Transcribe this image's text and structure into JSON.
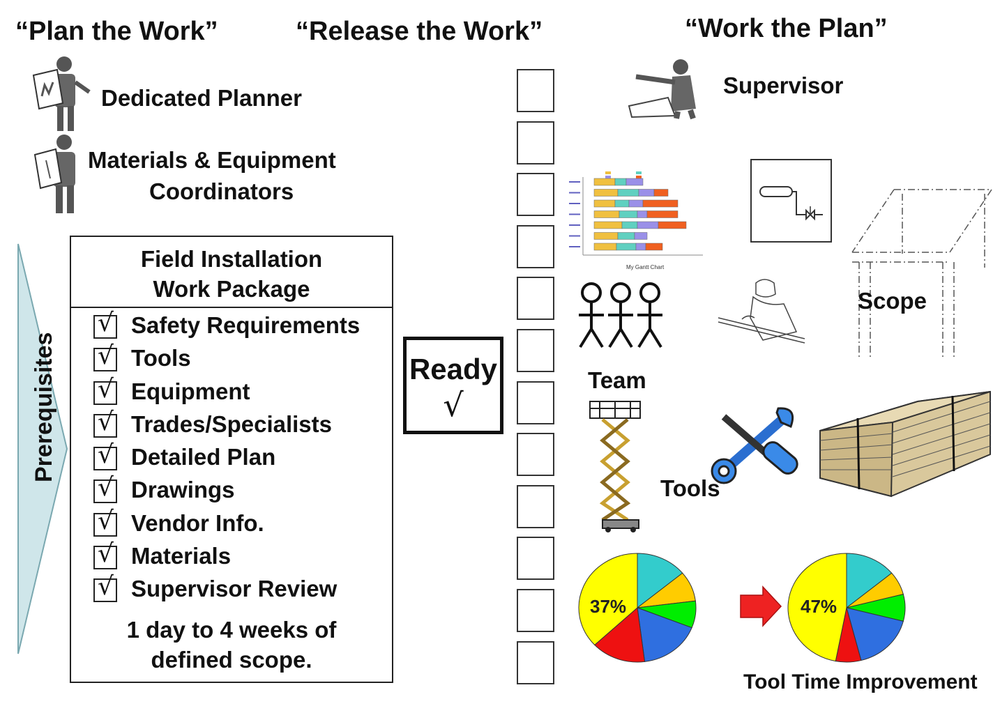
{
  "headers": {
    "plan": "“Plan the Work”",
    "release": "“Release the Work”",
    "work": "“Work the Plan”"
  },
  "planning": {
    "planner": "Dedicated Planner",
    "coordinators_line1": "Materials &  Equipment",
    "coordinators_line2": "Coordinators"
  },
  "prerequisites_label": "Prerequisites",
  "work_package": {
    "title_line1": "Field Installation",
    "title_line2": "Work Package",
    "items": [
      {
        "label": "Safety Requirements",
        "check": "√"
      },
      {
        "label": "Tools",
        "check": "√"
      },
      {
        "label": "Equipment",
        "check": "√"
      },
      {
        "label": "Trades/Specialists",
        "check": "√"
      },
      {
        "label": "Detailed Plan",
        "check": "√"
      },
      {
        "label": "Drawings",
        "check": "√"
      },
      {
        "label": "Vendor Info.",
        "check": "√"
      },
      {
        "label": "Materials",
        "check": "√"
      },
      {
        "label": "Supervisor Review",
        "check": "√"
      }
    ],
    "footer_line1": "1 day to 4 weeks of",
    "footer_line2": "defined scope."
  },
  "ready": {
    "label": "Ready",
    "check": "√"
  },
  "slots_count": 12,
  "resources": {
    "supervisor": "Supervisor",
    "team": "Team",
    "scope": "Scope",
    "tools": "Tools"
  },
  "mini_chart_caption": "My Gantt Chart",
  "improvement": {
    "before": "37%",
    "after": "47%",
    "caption": "Tool Time Improvement"
  },
  "colors": {
    "arrow_fill": "#cfe6ea",
    "pie_yellow": "#ffff00",
    "pie_teal": "#33cccc",
    "pie_gold": "#ffcc00",
    "pie_green": "#00ee00",
    "pie_blue": "#2f6fe0",
    "pie_red": "#ee1111",
    "red_arrow": "#ee2222"
  }
}
